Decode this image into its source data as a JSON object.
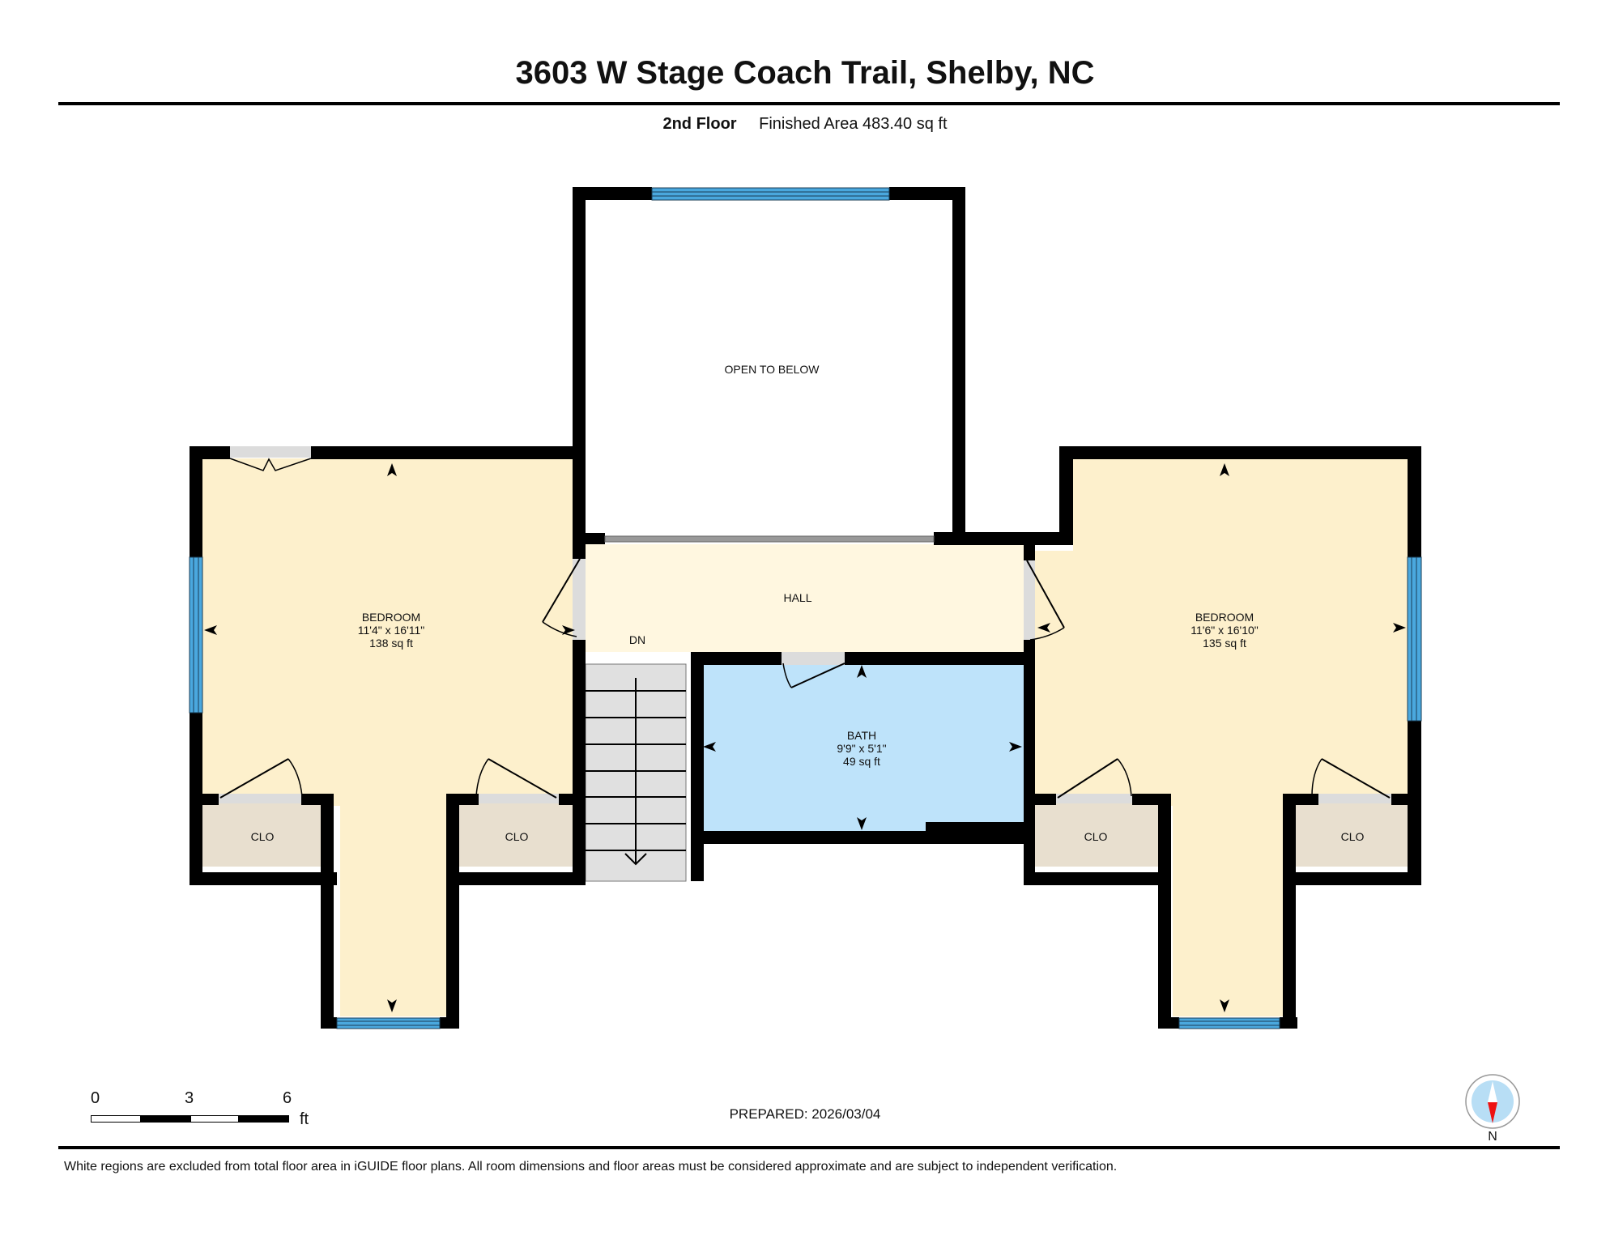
{
  "header": {
    "title": "3603 W Stage Coach Trail, Shelby, NC",
    "floor_label": "2nd Floor",
    "finished_area": "Finished Area 483.40 sq ft"
  },
  "rooms": {
    "open_to_below": {
      "name": "OPEN TO BELOW"
    },
    "bedroom_left": {
      "name": "BEDROOM",
      "dimensions": "11'4\" x 16'11\"",
      "area": "138 sq ft"
    },
    "bedroom_right": {
      "name": "BEDROOM",
      "dimensions": "11'6\" x 16'10\"",
      "area": "135 sq ft"
    },
    "hall": {
      "name": "HALL"
    },
    "stairs": {
      "label": "DN"
    },
    "bath": {
      "name": "BATH",
      "dimensions": "9'9\" x 5'1\"",
      "area": "49 sq ft"
    },
    "closets": [
      {
        "name": "CLO"
      },
      {
        "name": "CLO"
      },
      {
        "name": "CLO"
      },
      {
        "name": "CLO"
      }
    ]
  },
  "scale_bar": {
    "ticks": [
      "0",
      "3",
      "6"
    ],
    "unit": "ft"
  },
  "footer": {
    "prepared": "PREPARED: 2026/03/04",
    "compass_label": "N",
    "disclaimer": "White regions are excluded from total floor area in iGUIDE floor plans. All room dimensions and floor areas must be considered approximate and are subject to independent verification."
  },
  "colors": {
    "bedroom_fill": "#fdf0cc",
    "hall_fill": "#fff7e0",
    "bath_fill": "#bee3fa",
    "closet_fill": "#e8dfcf",
    "stairs_fill": "#e0e0e0",
    "window": "#4aa8de",
    "wall": "#000000",
    "compass_red": "#ee1111",
    "compass_blue": "#b8def5"
  }
}
